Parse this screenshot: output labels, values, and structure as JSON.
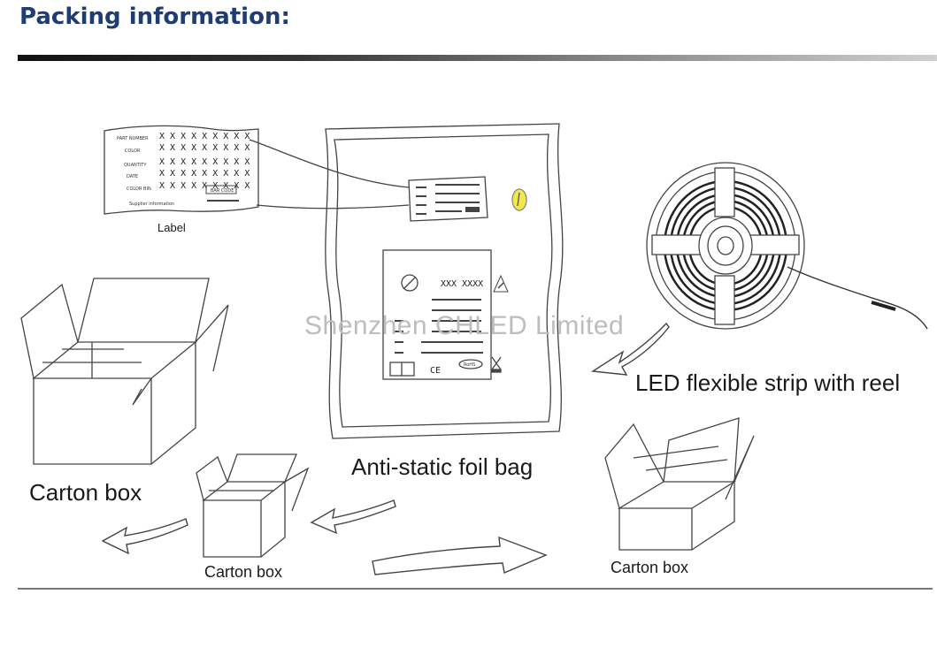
{
  "header": {
    "title": "Packing information:"
  },
  "label_card": {
    "caption": "Label",
    "fields": [
      "PART NUMBER",
      "COLOR",
      "QUANTITY",
      "DATE",
      "COLOR BIN"
    ],
    "field_marks": [
      "X X X X X X X X  X",
      "X X X X X X X X  X",
      "X X X X X X X X  X",
      "X X X X X X X X  X",
      "X X X X X X X X  X"
    ],
    "barcode_text": "BAR CODE",
    "supplier_text": "Supplier information"
  },
  "foil_bag": {
    "caption": "Anti-static foil bag",
    "marks": "XXX XXXX",
    "ce_mark": "CE",
    "rohs_mark": "RoHS"
  },
  "reel": {
    "caption": "LED flexible strip with reel"
  },
  "boxes": {
    "large_caption": "Carton box",
    "small_caption": "Carton box",
    "right_caption": "Carton box"
  },
  "watermark": "Shenzhen CHLED Limited"
}
